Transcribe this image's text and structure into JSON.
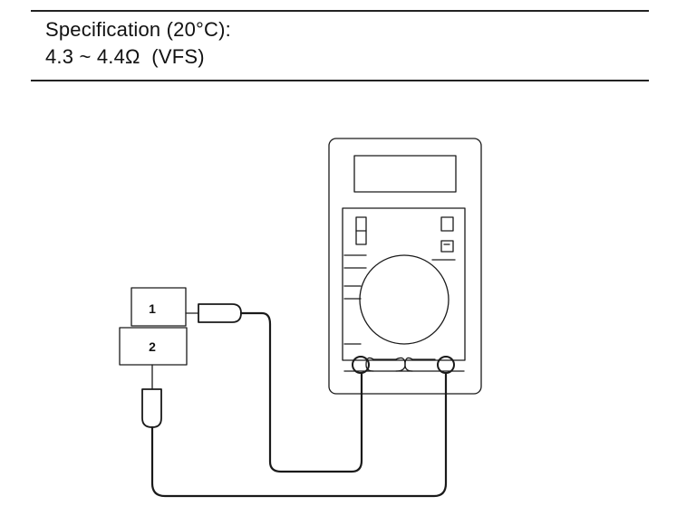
{
  "specification": {
    "title": "Specification (20°C):",
    "value": "4.3 ~ 4.4Ω  (VFS)"
  },
  "diagram": {
    "connector": {
      "terminal_1_label": "1",
      "terminal_2_label": "2"
    }
  }
}
